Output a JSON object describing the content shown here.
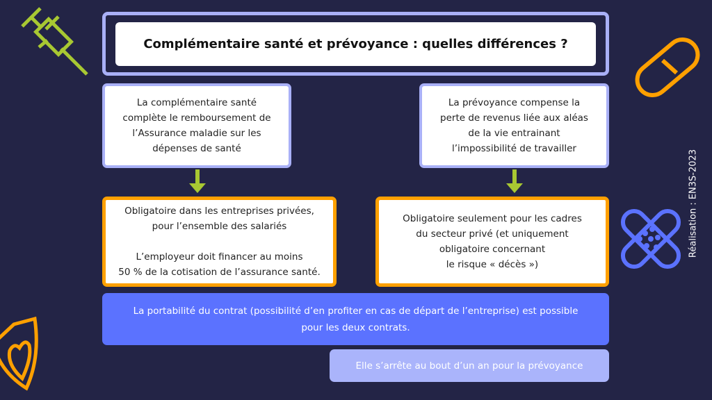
{
  "title": "Complémentaire santé et prévoyance : quelles différences ?",
  "left": {
    "definition": "La complémentaire santé\ncomplète le remboursement de\nl’Assurance maladie sur les\ndépenses de santé",
    "obligation": "Obligatoire dans les entreprises privées,\npour l’ensemble des salariés\n\nL’employeur doit financer au moins\n50 % de la cotisation de l’assurance santé."
  },
  "right": {
    "definition": "La prévoyance compense la\nperte de revenus liée aux aléas\nde la vie entrainant\nl’impossibilité de travailler",
    "obligation": "Obligatoire seulement pour les cadres\ndu secteur privé (et uniquement\nobligatoire concernant\nle risque « décès »)"
  },
  "portability": "La portabilité du contrat (possibilité d’en profiter en cas de départ de l’entreprise) est possible pour les deux contrats.",
  "portability_note": "Elle s’arrête au bout d’un an pour la prévoyance",
  "credit": "Réalisation : EN3S-2023",
  "colors": {
    "background": "#232446",
    "purple": "#a9b0f7",
    "orange": "#ffa000",
    "green": "#a8c832",
    "blue": "#5b72ff",
    "light_blue": "#aab4fb"
  },
  "icons": [
    "syringe-icon",
    "pill-icon",
    "bandage-icon",
    "heart-shield-icon"
  ]
}
